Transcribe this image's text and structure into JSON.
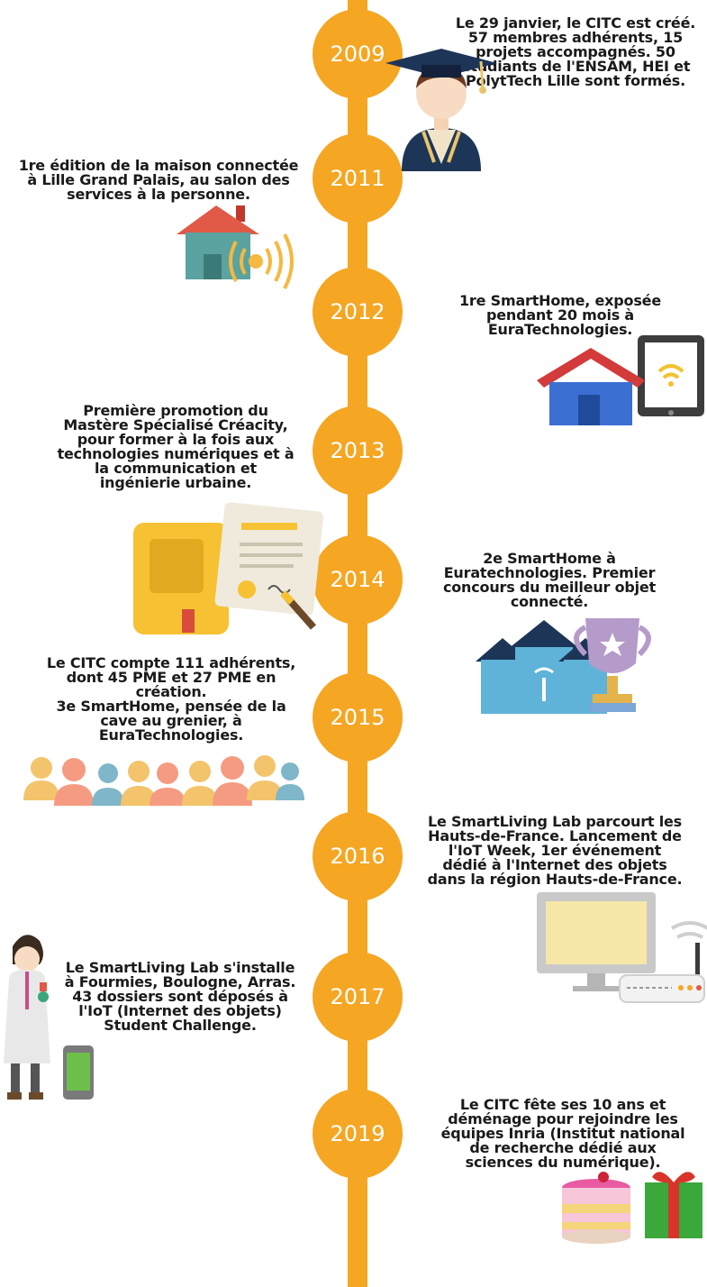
{
  "colors": {
    "accent": "#f5a623",
    "text": "#1a1a1a"
  },
  "events": [
    {
      "year": "2009",
      "text": "Le 29 janvier, le CITC est créé.\n57 membres adhérents, 15\nprojets accompagnés. 50\nétudiants de l'ENSAM, HEI et\nPolytTech Lille sont formés.",
      "icon": "graduate-icon"
    },
    {
      "year": "2011",
      "text": "1re édition de la maison connectée\nà Lille Grand Palais, au salon des\nservices à la personne.",
      "icon": "connected-house-icon"
    },
    {
      "year": "2012",
      "text": "1re SmartHome, exposée\npendant 20 mois à\nEuraTechnologies.",
      "icon": "smarthome-tablet-icon"
    },
    {
      "year": "2013",
      "text": "Première promotion du\nMastère Spécialisé Créacity,\npour former à la fois aux\ntechnologies numériques et à\nla communication et\ningénierie urbaine.",
      "icon": "diploma-book-icon"
    },
    {
      "year": "2014",
      "text": "2e SmartHome à\nEuratechnologies. Premier\nconcours du meilleur objet\nconnecté.",
      "icon": "houses-trophy-icon"
    },
    {
      "year": "2015",
      "text": "Le CITC compte 111 adhérents,\ndont 45 PME et 27 PME en\ncréation.\n3e SmartHome, pensée de la\ncave au grenier, à\nEuraTechnologies.",
      "icon": "crowd-icon"
    },
    {
      "year": "2016",
      "text": "Le SmartLiving Lab parcourt les\nHauts-de-France. Lancement de\nl'IoT Week, 1er événement\ndédié à l'Internet des objets\ndans la région Hauts-de-France.",
      "icon": "monitor-router-icon"
    },
    {
      "year": "2017",
      "text": "Le SmartLiving Lab s'installe\nà Fourmies, Boulogne, Arras.\n43 dossiers sont déposés à\nl'IoT (Internet des objets)\nStudent Challenge.",
      "icon": "scientist-phone-icon"
    },
    {
      "year": "2019",
      "text": "Le CITC fête ses 10 ans et\ndéménage pour rejoindre les\néquipes Inria (Institut national\nde recherche dédié aux\nsciences du numérique).",
      "icon": "cake-gift-icon"
    }
  ]
}
